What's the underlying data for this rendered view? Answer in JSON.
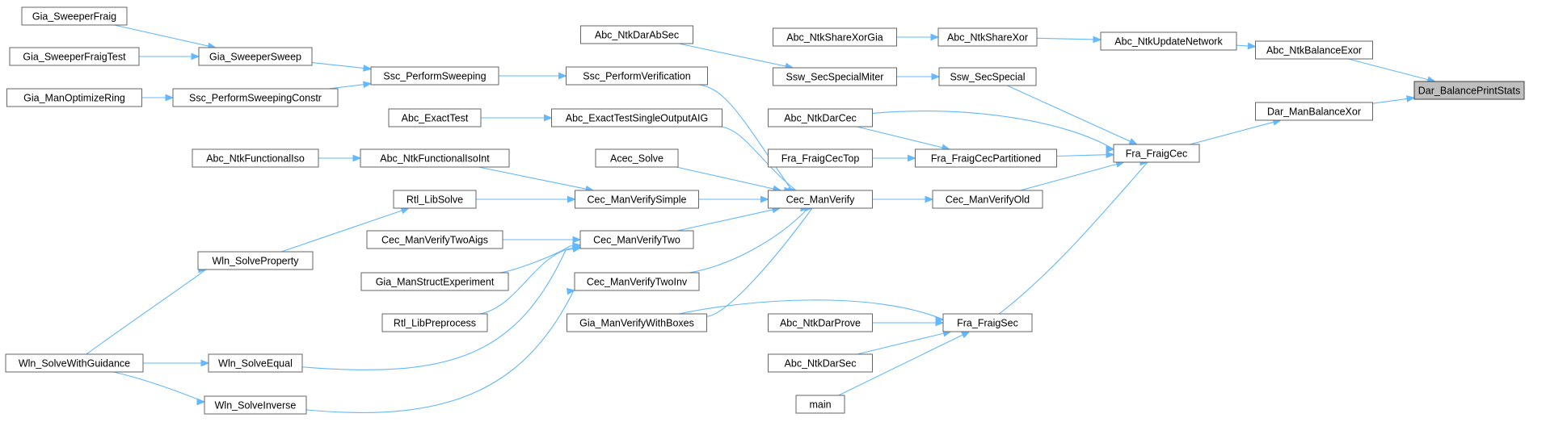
{
  "colors": {
    "edge": "#63b8ff",
    "node_border": "#666666",
    "node_fill": "#ffffff",
    "root_fill": "#bfbfbf"
  },
  "nodes": [
    {
      "id": "root",
      "label": "Dar_BalancePrintStats",
      "root": true
    },
    {
      "id": "n_ntkbalexor",
      "label": "Abc_NtkBalanceExor"
    },
    {
      "id": "n_darbalxor",
      "label": "Dar_ManBalanceXor"
    },
    {
      "id": "n_ntkupdnet",
      "label": "Abc_NtkUpdateNetwork"
    },
    {
      "id": "n_ntksharexor",
      "label": "Abc_NtkShareXor"
    },
    {
      "id": "n_ntksharexorgia",
      "label": "Abc_NtkShareXorGia"
    },
    {
      "id": "n_fraigcec",
      "label": "Fra_FraigCec"
    },
    {
      "id": "n_sswsecspecial",
      "label": "Ssw_SecSpecial"
    },
    {
      "id": "n_sswsecspecialmiter",
      "label": "Ssw_SecSpecialMiter"
    },
    {
      "id": "n_ntkdarabsec",
      "label": "Abc_NtkDarAbSec"
    },
    {
      "id": "n_ntkdarcec",
      "label": "Abc_NtkDarCec"
    },
    {
      "id": "n_fraigcecpart",
      "label": "Fra_FraigCecPartitioned"
    },
    {
      "id": "n_fraigcectop",
      "label": "Fra_FraigCecTop"
    },
    {
      "id": "n_cecverifyold",
      "label": "Cec_ManVerifyOld"
    },
    {
      "id": "n_cecverify",
      "label": "Cec_ManVerify"
    },
    {
      "id": "n_fraigsec",
      "label": "Fra_FraigSec"
    },
    {
      "id": "n_ntkdarprove",
      "label": "Abc_NtkDarProve"
    },
    {
      "id": "n_ntkdarsec",
      "label": "Abc_NtkDarSec"
    },
    {
      "id": "n_main",
      "label": "main"
    },
    {
      "id": "n_sscperfver",
      "label": "Ssc_PerformVerification"
    },
    {
      "id": "n_exacttestsingle",
      "label": "Abc_ExactTestSingleOutputAIG"
    },
    {
      "id": "n_acecsolve",
      "label": "Acec_Solve"
    },
    {
      "id": "n_cecverifysimple",
      "label": "Cec_ManVerifySimple"
    },
    {
      "id": "n_cecverifytwo",
      "label": "Cec_ManVerifyTwo"
    },
    {
      "id": "n_cecverifytwoinv",
      "label": "Cec_ManVerifyTwoInv"
    },
    {
      "id": "n_giaverifyboxes",
      "label": "Gia_ManVerifyWithBoxes"
    },
    {
      "id": "n_sscperfsweep",
      "label": "Ssc_PerformSweeping"
    },
    {
      "id": "n_sscperfsweepconstr",
      "label": "Ssc_PerformSweepingConstr"
    },
    {
      "id": "n_exacttest",
      "label": "Abc_ExactTest"
    },
    {
      "id": "n_ntkfuncisoint",
      "label": "Abc_NtkFunctionalIsoInt"
    },
    {
      "id": "n_rtllibsolve",
      "label": "Rtl_LibSolve"
    },
    {
      "id": "n_cecverifytwoaigs",
      "label": "Cec_ManVerifyTwoAigs"
    },
    {
      "id": "n_giastructexp",
      "label": "Gia_ManStructExperiment"
    },
    {
      "id": "n_rtllibpreprocess",
      "label": "Rtl_LibPreprocess"
    },
    {
      "id": "n_giasweepersweep",
      "label": "Gia_SweeperSweep"
    },
    {
      "id": "n_giamanoptring",
      "label": "Gia_ManOptimizeRing"
    },
    {
      "id": "n_ntkfunciso",
      "label": "Abc_NtkFunctionalIso"
    },
    {
      "id": "n_wlnsolveprop",
      "label": "Wln_SolveProperty"
    },
    {
      "id": "n_wlnsolveequal",
      "label": "Wln_SolveEqual"
    },
    {
      "id": "n_wlnsolveinverse",
      "label": "Wln_SolveInverse"
    },
    {
      "id": "n_giasweeperfraig",
      "label": "Gia_SweeperFraig"
    },
    {
      "id": "n_giasweeperfraigtest",
      "label": "Gia_SweeperFraigTest"
    },
    {
      "id": "n_wlnsolveguidance",
      "label": "Wln_SolveWithGuidance"
    }
  ],
  "edges": [
    {
      "from": "n_ntkbalexor",
      "to": "root"
    },
    {
      "from": "n_darbalxor",
      "to": "root"
    },
    {
      "from": "n_ntkupdnet",
      "to": "n_ntkbalexor"
    },
    {
      "from": "n_fraigcec",
      "to": "n_darbalxor"
    },
    {
      "from": "n_ntksharexor",
      "to": "n_ntkupdnet"
    },
    {
      "from": "n_ntksharexorgia",
      "to": "n_ntksharexor"
    },
    {
      "from": "n_sswsecspecial",
      "to": "n_fraigcec"
    },
    {
      "from": "n_ntkdarcec",
      "to": "n_fraigcec"
    },
    {
      "from": "n_fraigcecpart",
      "to": "n_fraigcec"
    },
    {
      "from": "n_cecverifyold",
      "to": "n_fraigcec"
    },
    {
      "from": "n_fraigsec",
      "to": "n_fraigcec"
    },
    {
      "from": "n_sswsecspecialmiter",
      "to": "n_sswsecspecial"
    },
    {
      "from": "n_ntkdarabsec",
      "to": "n_sswsecspecialmiter"
    },
    {
      "from": "n_ntkdarcec",
      "to": "n_fraigcecpart"
    },
    {
      "from": "n_fraigcectop",
      "to": "n_fraigcecpart"
    },
    {
      "from": "n_cecverify",
      "to": "n_cecverifyold"
    },
    {
      "from": "n_ntkdarprove",
      "to": "n_fraigsec"
    },
    {
      "from": "n_ntkdarsec",
      "to": "n_fraigsec"
    },
    {
      "from": "n_main",
      "to": "n_fraigsec"
    },
    {
      "from": "n_giaverifyboxes",
      "to": "n_fraigsec"
    },
    {
      "from": "n_sscperfver",
      "to": "n_cecverify"
    },
    {
      "from": "n_exacttestsingle",
      "to": "n_cecverify"
    },
    {
      "from": "n_acecsolve",
      "to": "n_cecverify"
    },
    {
      "from": "n_cecverifysimple",
      "to": "n_cecverify"
    },
    {
      "from": "n_cecverifytwo",
      "to": "n_cecverify"
    },
    {
      "from": "n_cecverifytwoinv",
      "to": "n_cecverify"
    },
    {
      "from": "n_giaverifyboxes",
      "to": "n_cecverify"
    },
    {
      "from": "n_sscperfsweep",
      "to": "n_sscperfver"
    },
    {
      "from": "n_exacttest",
      "to": "n_exacttestsingle"
    },
    {
      "from": "n_ntkfuncisoint",
      "to": "n_cecverifysimple"
    },
    {
      "from": "n_rtllibsolve",
      "to": "n_cecverifysimple"
    },
    {
      "from": "n_cecverifytwoaigs",
      "to": "n_cecverifytwo"
    },
    {
      "from": "n_giastructexp",
      "to": "n_cecverifytwo"
    },
    {
      "from": "n_rtllibpreprocess",
      "to": "n_cecverifytwo"
    },
    {
      "from": "n_wlnsolveequal",
      "to": "n_cecverifytwo"
    },
    {
      "from": "n_wlnsolveinverse",
      "to": "n_cecverifytwoinv"
    },
    {
      "from": "n_giasweepersweep",
      "to": "n_sscperfsweep"
    },
    {
      "from": "n_sscperfsweepconstr",
      "to": "n_sscperfsweep"
    },
    {
      "from": "n_giamanoptring",
      "to": "n_sscperfsweepconstr"
    },
    {
      "from": "n_ntkfunciso",
      "to": "n_ntkfuncisoint"
    },
    {
      "from": "n_wlnsolveprop",
      "to": "n_rtllibsolve"
    },
    {
      "from": "n_giasweeperfraig",
      "to": "n_giasweepersweep"
    },
    {
      "from": "n_giasweeperfraigtest",
      "to": "n_giasweepersweep"
    },
    {
      "from": "n_wlnsolveguidance",
      "to": "n_wlnsolveprop"
    },
    {
      "from": "n_wlnsolveguidance",
      "to": "n_wlnsolveequal"
    },
    {
      "from": "n_wlnsolveguidance",
      "to": "n_wlnsolveinverse"
    }
  ]
}
